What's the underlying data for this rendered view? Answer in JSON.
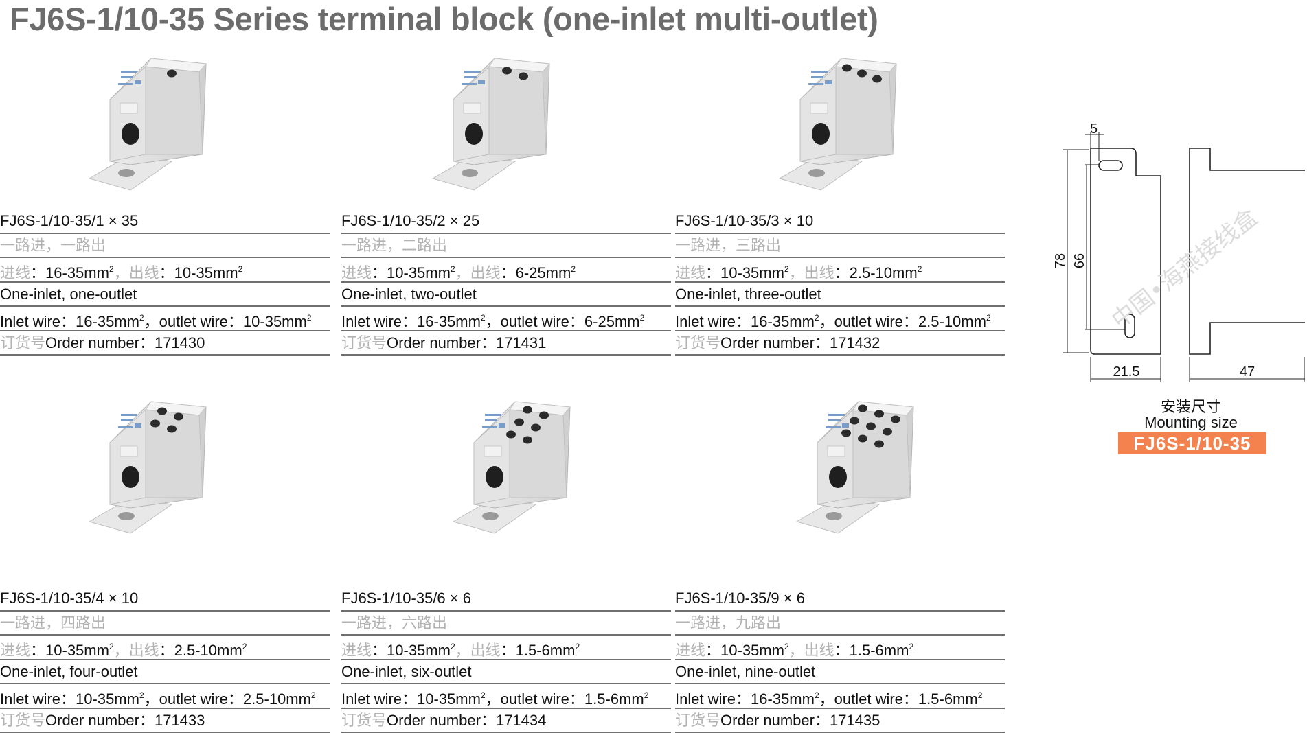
{
  "title": "FJ6S-1/10-35 Series  terminal block (one-inlet multi-outlet)",
  "labels": {
    "inlet_cn": "进线：",
    "outlet_cn": "，出线：",
    "inlet_en": "Inlet wire：",
    "outlet_en": "，outlet wire：",
    "order_cn": "订货号",
    "order_en": "Order number：",
    "unit": "mm",
    "sup": "2"
  },
  "products": [
    {
      "model": "FJ6S-1/10-35/1 × 35",
      "name_cn": "一路进，一路出",
      "inlet": "16-35",
      "outlet": "10-35",
      "name_en": "One-inlet, one-outlet",
      "order": "171430",
      "holes": 1
    },
    {
      "model": "FJ6S-1/10-35/2 × 25",
      "name_cn": "一路进，二路出",
      "inlet": "10-35",
      "outlet": "6-25",
      "name_en": "One-inlet, two-outlet",
      "order": "171431",
      "holes": 2
    },
    {
      "model": "FJ6S-1/10-35/3 × 10",
      "name_cn": "一路进，三路出",
      "inlet": "10-35",
      "outlet": "2.5-10",
      "name_en": "One-inlet, three-outlet",
      "order": "171432",
      "holes": 3
    },
    {
      "model": "FJ6S-1/10-35/4 × 10",
      "name_cn": "一路进，四路出",
      "inlet": "10-35",
      "outlet": "2.5-10",
      "name_en": "One-inlet, four-outlet",
      "order": "171433",
      "holes": 4
    },
    {
      "model": "FJ6S-1/10-35/6 × 6",
      "name_cn": "一路进，六路出",
      "inlet": "10-35",
      "outlet": "1.5-6",
      "name_en": "One-inlet, six-outlet",
      "order": "171434",
      "holes": 6
    },
    {
      "model": "FJ6S-1/10-35/9 × 6",
      "name_cn": "一路进，九路出",
      "inlet": "10-35",
      "outlet": "1.5-6",
      "name_en": "One-inlet, nine-outlet",
      "order": "171435",
      "holes": 9
    }
  ],
  "en_inlet_override": [
    "16-35",
    "16-35",
    "16-35",
    "10-35",
    "10-35",
    "16-35"
  ],
  "mounting": {
    "title_cn": "安装尺寸",
    "title_en": "Mounting size",
    "badge": "FJ6S-1/10-35",
    "dims": {
      "slot": "5",
      "height": "78",
      "inner": "66",
      "width": "21.5",
      "depth": "47"
    },
    "watermark": "中国•海燕接线盒"
  },
  "colors": {
    "badge": "#f4824f",
    "title": "#6c6c6c",
    "rule": "#707070",
    "cn_text": "#b3b3b3"
  }
}
